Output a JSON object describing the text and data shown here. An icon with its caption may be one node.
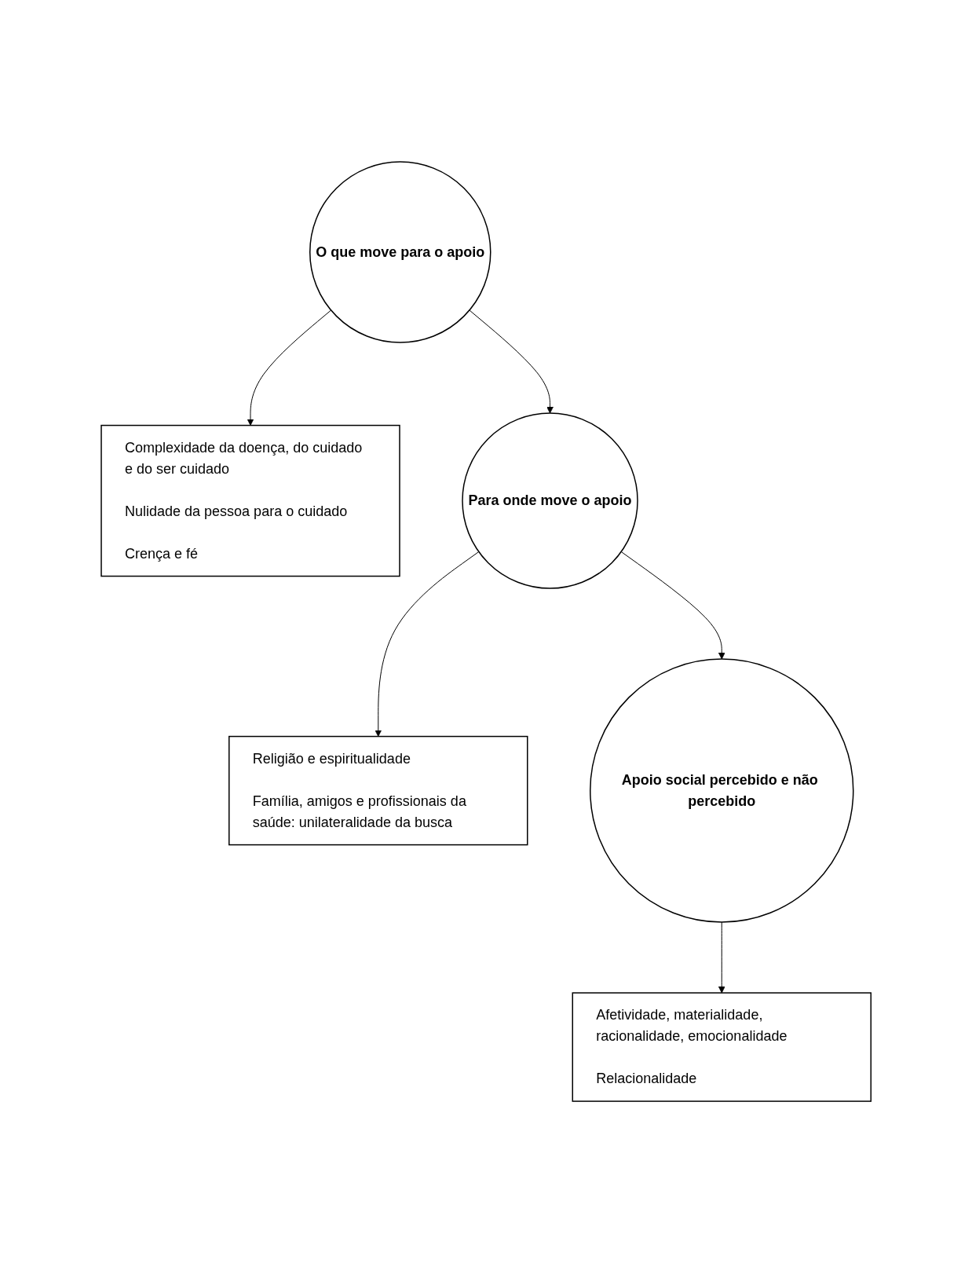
{
  "diagram": {
    "nodes": [
      {
        "text": [
          "O que move para o apoio"
        ]
      },
      {
        "text": [
          "Complexidade da doença, do cuidado e do ser cuidado",
          "Nulidade da pessoa para o cuidado",
          "Crença e fé"
        ]
      },
      {
        "text": [
          "Para onde move o apoio"
        ]
      },
      {
        "text": [
          "Religião e espiritualidade",
          "Família, amigos e profissionais da saúde: unilateralidade da busca"
        ]
      },
      {
        "text": [
          "Apoio social percebido e não percebido"
        ]
      },
      {
        "text": [
          "Afetividade, materialidade, racionalidade, emocionalidade",
          "Relacionalidade"
        ]
      }
    ],
    "edges": [
      {
        "from": 0,
        "to": 1,
        "arrow": "to"
      },
      {
        "from": 0,
        "to": 2,
        "arrow": "to"
      },
      {
        "from": 2,
        "to": 3,
        "arrow": "to"
      },
      {
        "from": 2,
        "to": 4,
        "arrow": "to"
      },
      {
        "from": 4,
        "to": 5,
        "arrow": "to"
      }
    ]
  }
}
